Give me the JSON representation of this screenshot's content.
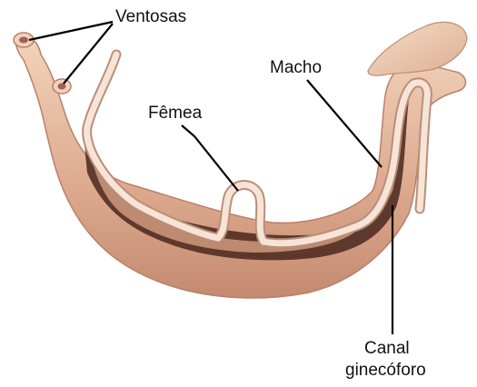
{
  "labels": {
    "ventosas": "Ventosas",
    "macho": "Macho",
    "femea": "Fêmea",
    "canal_line1": "Canal",
    "canal_line2": "ginecóforo"
  },
  "colors": {
    "body_light": "#efc9b0",
    "body_mid": "#d9a084",
    "body_dark": "#b87d67",
    "canal_shadow": "#3a1f18",
    "female": "#f7e4d6",
    "leader_line": "#000000"
  }
}
